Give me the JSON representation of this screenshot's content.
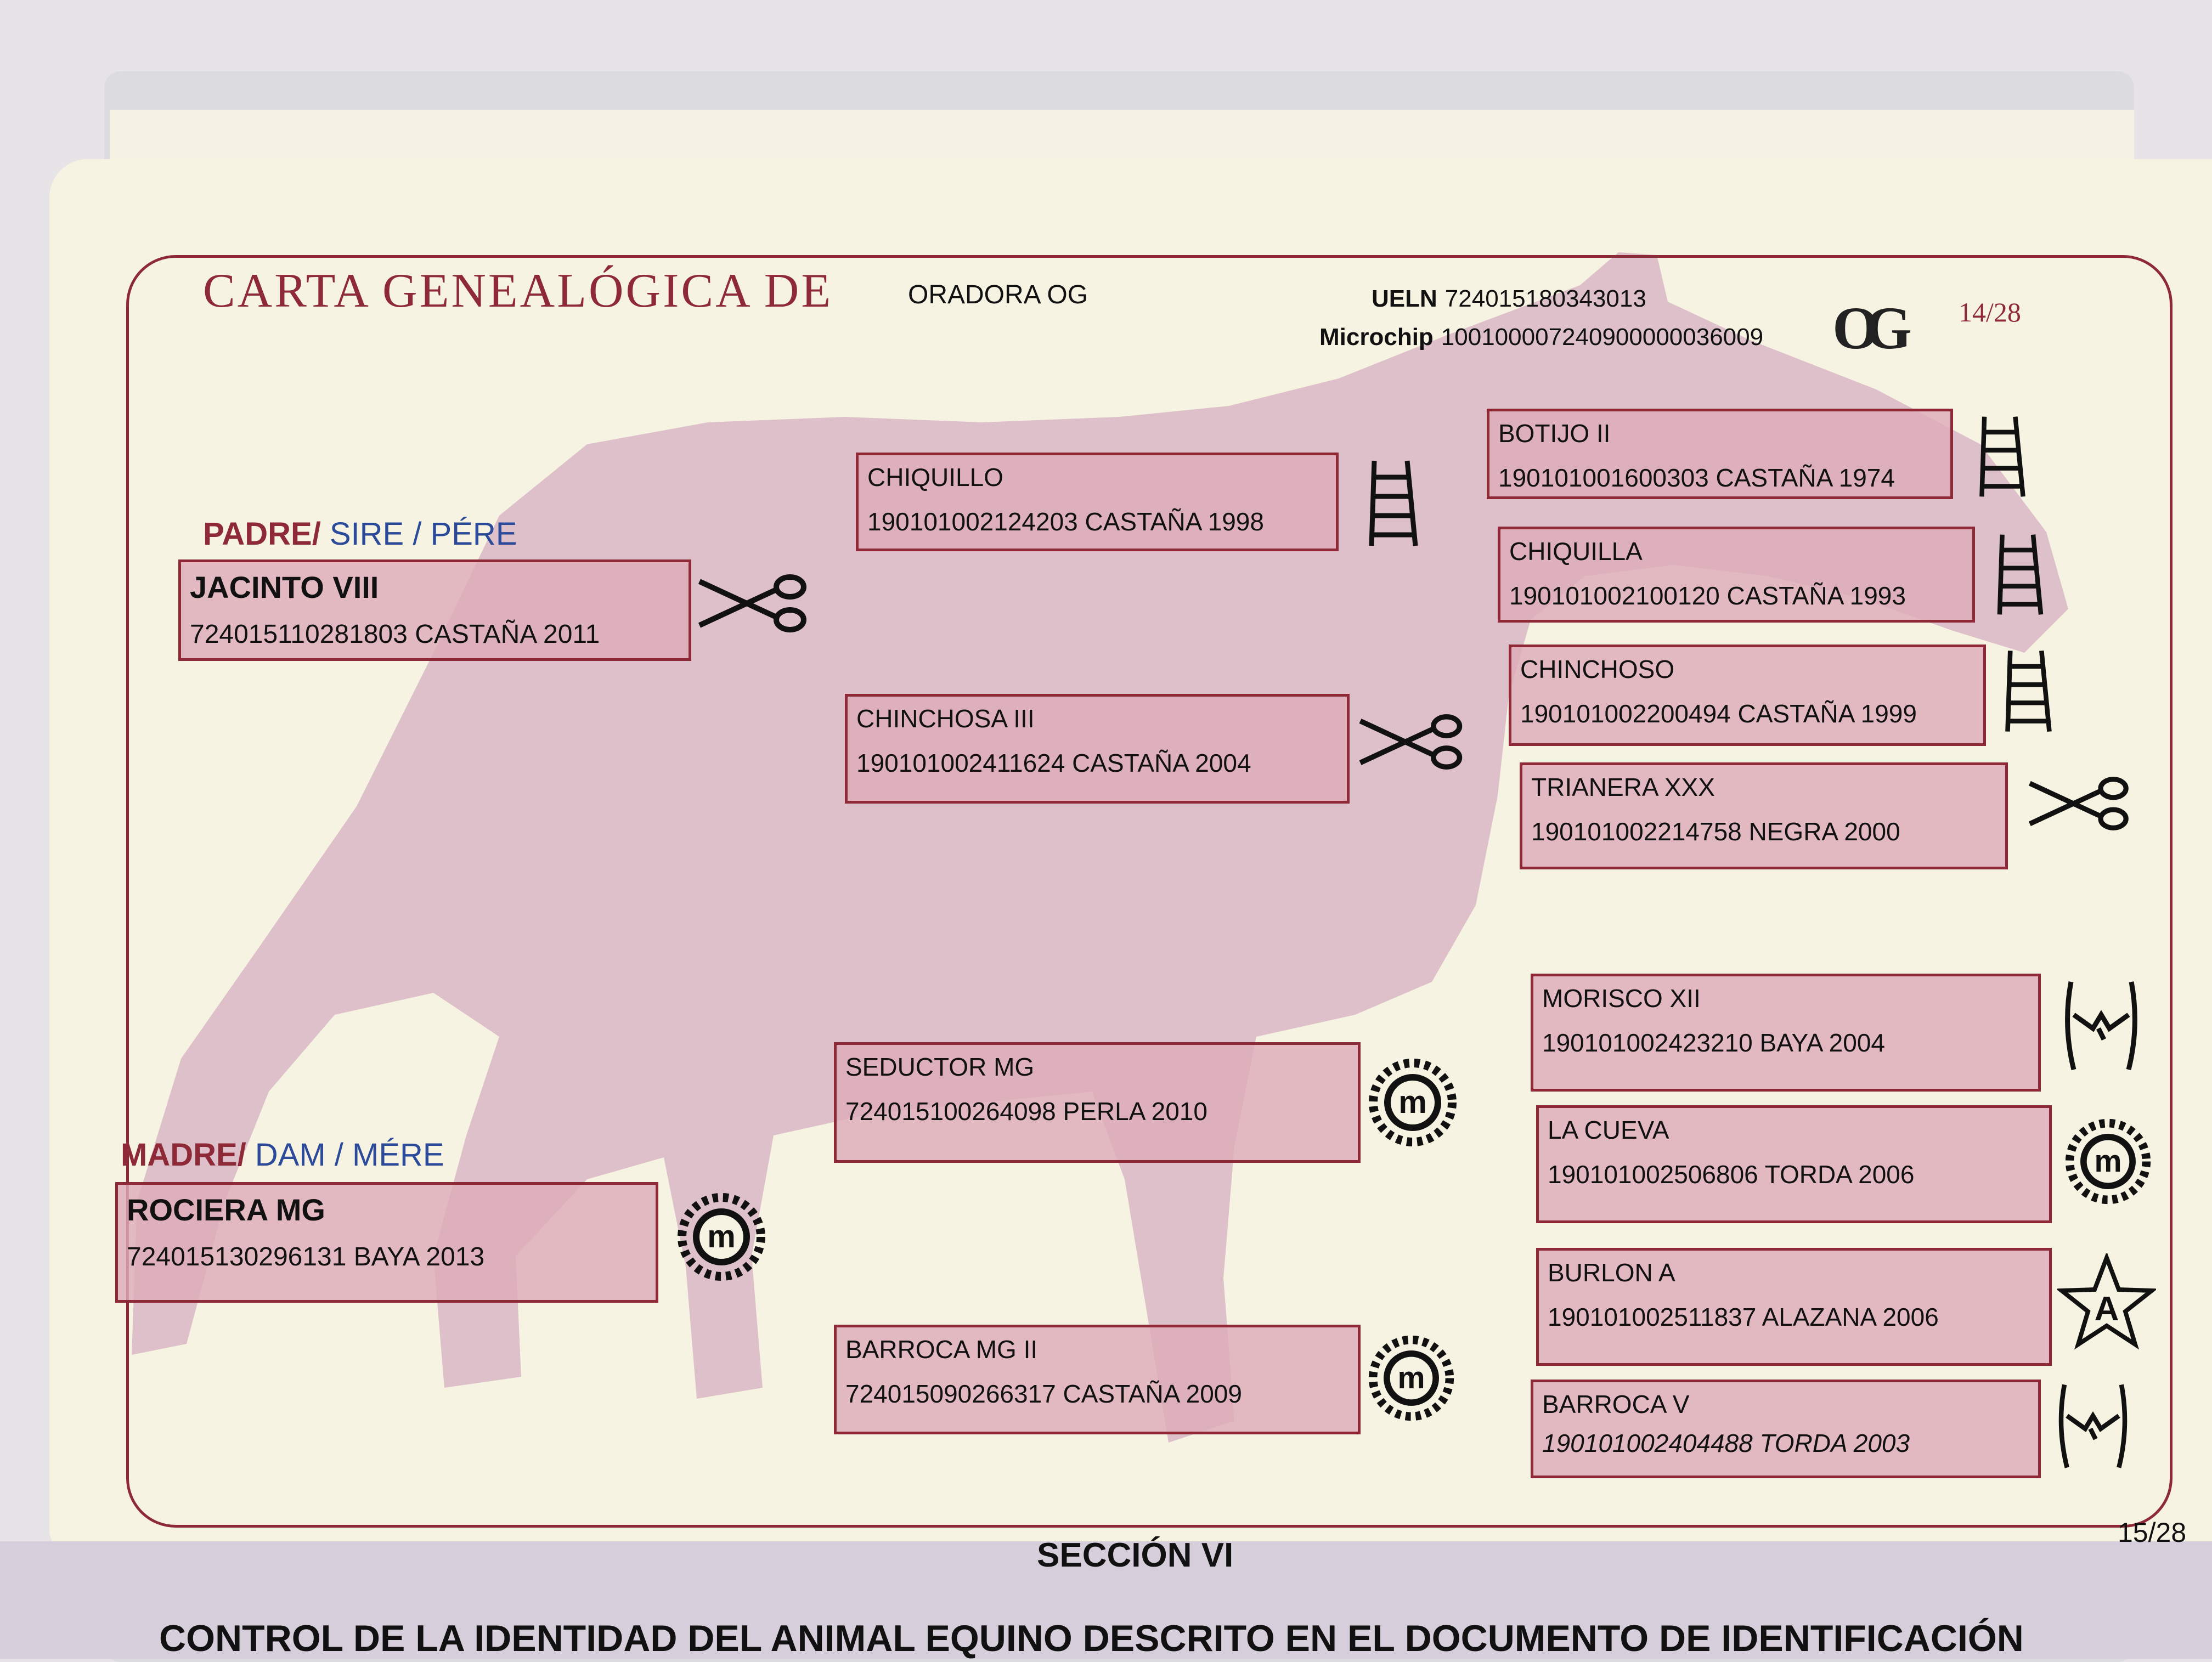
{
  "header": {
    "title": "CARTA GENEALÓGICA DE",
    "horse_name": "ORADORA OG",
    "ueln_label": "UELN",
    "ueln": "724015180343013",
    "microchip_label": "Microchip",
    "microchip": "100100007240900000036009",
    "logo": "OG",
    "page": "14/28"
  },
  "parents": {
    "sire_label_es": "PADRE/",
    "sire_label_en": "SIRE / PÉRE",
    "dam_label_es": "MADRE/",
    "dam_label_en": "DAM / MÉRE"
  },
  "pedigree": {
    "sire": {
      "name": "JACINTO VIII",
      "reg": "724015110281803 CASTAÑA 2011",
      "symbol": "scissors-icon"
    },
    "dam": {
      "name": "ROCIERA MG",
      "reg": "724015130296131 BAYA 2013",
      "symbol": "sun-m-icon"
    },
    "sire_sire": {
      "name": "CHIQUILLO",
      "reg": "190101002124203 CASTAÑA 1998",
      "symbol": "ladder-icon"
    },
    "sire_dam": {
      "name": "CHINCHOSA III",
      "reg": "190101002411624 CASTAÑA 2004",
      "symbol": "scissors-icon"
    },
    "dam_sire": {
      "name": "SEDUCTOR MG",
      "reg": "724015100264098 PERLA 2010",
      "symbol": "sun-m-icon"
    },
    "dam_dam": {
      "name": "BARROCA MG II",
      "reg": "724015090266317 CASTAÑA 2009",
      "symbol": "sun-m-icon"
    },
    "gg1": {
      "name": "BOTIJO II",
      "reg": "190101001600303 CASTAÑA 1974",
      "symbol": "ladder-icon"
    },
    "gg2": {
      "name": "CHIQUILLA",
      "reg": "190101002100120 CASTAÑA 1993",
      "symbol": "ladder-icon"
    },
    "gg3": {
      "name": "CHINCHOSO",
      "reg": "190101002200494 CASTAÑA 1999",
      "symbol": "ladder-icon"
    },
    "gg4": {
      "name": "TRIANERA XXX",
      "reg": "190101002214758 NEGRA 2000",
      "symbol": "scissors-icon"
    },
    "gg5": {
      "name": "MORISCO XII",
      "reg": "190101002423210 BAYA 2004",
      "symbol": "bit-brand-icon"
    },
    "gg6": {
      "name": "LA CUEVA",
      "reg": "190101002506806 TORDA 2006",
      "symbol": "sun-m-icon"
    },
    "gg7": {
      "name": "BURLON A",
      "reg": "190101002511837 ALAZANA 2006",
      "symbol": "star-a-icon",
      "symbol_letter": "A"
    },
    "gg8": {
      "name": "BARROCA V",
      "reg": "190101002404488 TORDA 2003",
      "symbol": "bit-brand-icon"
    }
  },
  "brand_letter": "m",
  "footer": {
    "section": "SECCIÓN VI",
    "next_page": "15/28",
    "control_text": "CONTROL DE LA IDENTIDAD DEL ANIMAL EQUINO DESCRITO EN EL DOCUMENTO DE IDENTIFICACIÓN"
  },
  "colors": {
    "frame": "#8e2a38",
    "box_fill": "#deacba",
    "horse_silhouette": "#d8b6c4",
    "english_label": "#2b4a9a"
  }
}
